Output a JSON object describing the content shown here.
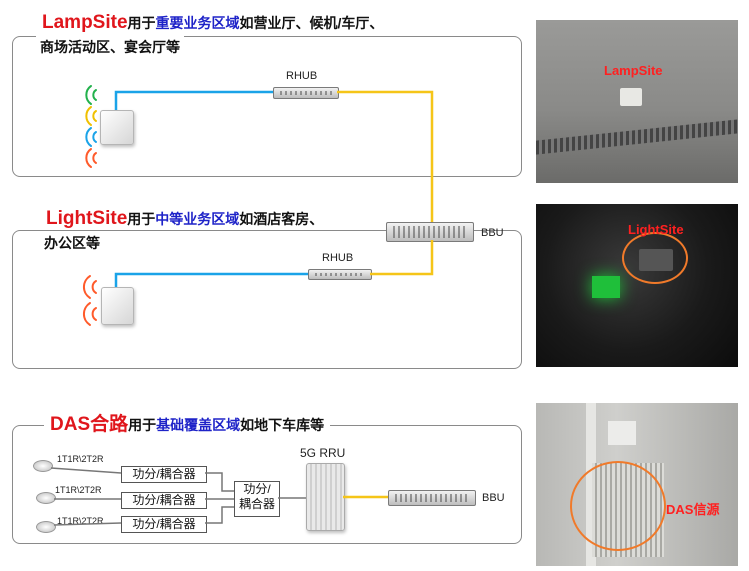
{
  "lampsite": {
    "title_brand": "LampSite",
    "title_pre": "用于",
    "title_highlight": "重要业务区域",
    "title_rest": "如营业厅、候机/车厅、",
    "title_line2": "商场活动区、宴会厅等",
    "rhub_label": "RHUB"
  },
  "lightsite": {
    "title_brand": "LightSite",
    "title_pre": "用于",
    "title_highlight": "中等业务区域",
    "title_rest": "如酒店客房、",
    "title_line2": "办公区等",
    "rhub_label": "RHUB"
  },
  "bbu_label": "BBU",
  "das": {
    "title_brand": "DAS合路",
    "title_pre": "用于",
    "title_highlight": "基础覆盖区域",
    "title_rest": "如地下车库等",
    "antenna_label": "1T1R\\2T2R",
    "splitter_label": "功分/耦合器",
    "combiner_line1": "功分/",
    "combiner_line2": "耦合器",
    "rru_label": "5G RRU",
    "bbu_label": "BBU"
  },
  "photos": {
    "lampsite_label": "LampSite",
    "lightsite_label": "LightSite",
    "das_label": "DAS信源"
  },
  "colors": {
    "brand_red": "#e0161c",
    "highlight_blue": "#1e23c8",
    "fiber_yellow": "#f5c518",
    "cable_blue": "#1aa3e8",
    "photo_ring": "#f07a2a"
  }
}
